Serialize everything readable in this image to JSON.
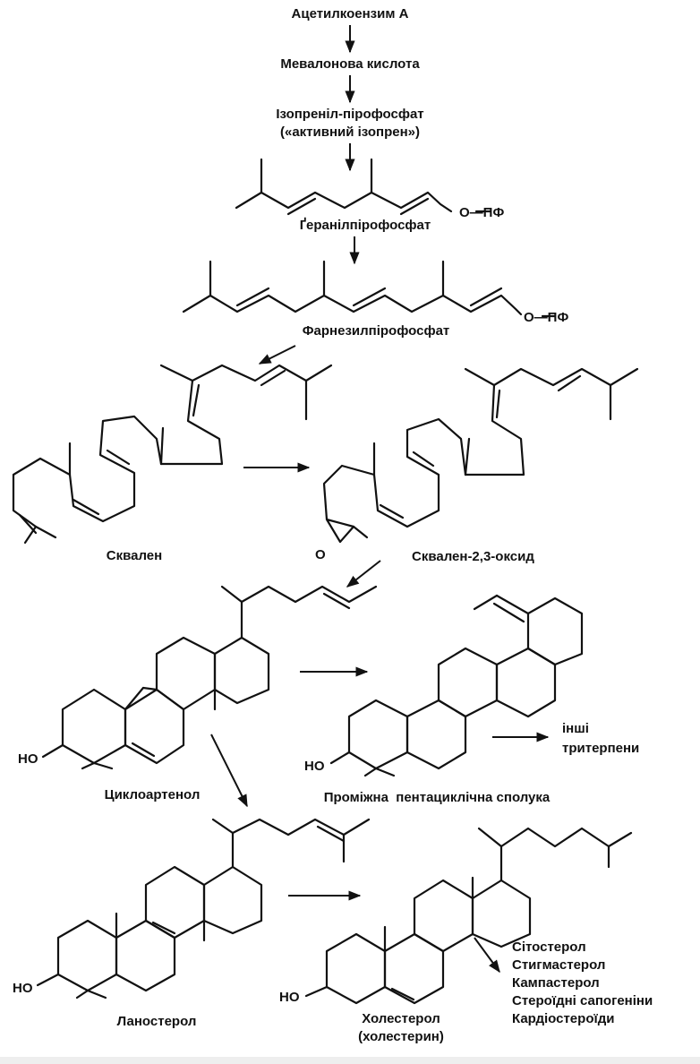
{
  "pathway": {
    "steps": {
      "acetyl_coa": "Ацетилкоензим А",
      "mevalonic_acid": "Мевалонова кислота",
      "ipp_line1": "Ізопреніл-пірофосфат",
      "ipp_line2": "(«активний ізопрен»)",
      "geranyl_pp": "Ґеранілпірофосфат",
      "farnesyl_pp": "Фарнезилпірофосфат",
      "squalene": "Сквален",
      "squalene_oxide": "Сквален-2,3-оксид",
      "cycloartenol": "Циклоартенол",
      "pentacyclic_intermediate": "Проміжна  пентациклічна сполука",
      "other_triterpenes_line1": "інші",
      "other_triterpenes_line2": "тритерпени",
      "lanosterol": "Ланостерол",
      "cholesterol_line1": "Холестерол",
      "cholesterol_line2": "(холестерин)"
    },
    "groups": {
      "o_pf": "O—ПФ",
      "ho": "HO",
      "epoxide_o": "O"
    },
    "products": [
      "Сітостерол",
      "Стигмастерол",
      "Кампастерол",
      "Стероїдні сапогеніни",
      "Кардіостероїди"
    ]
  }
}
